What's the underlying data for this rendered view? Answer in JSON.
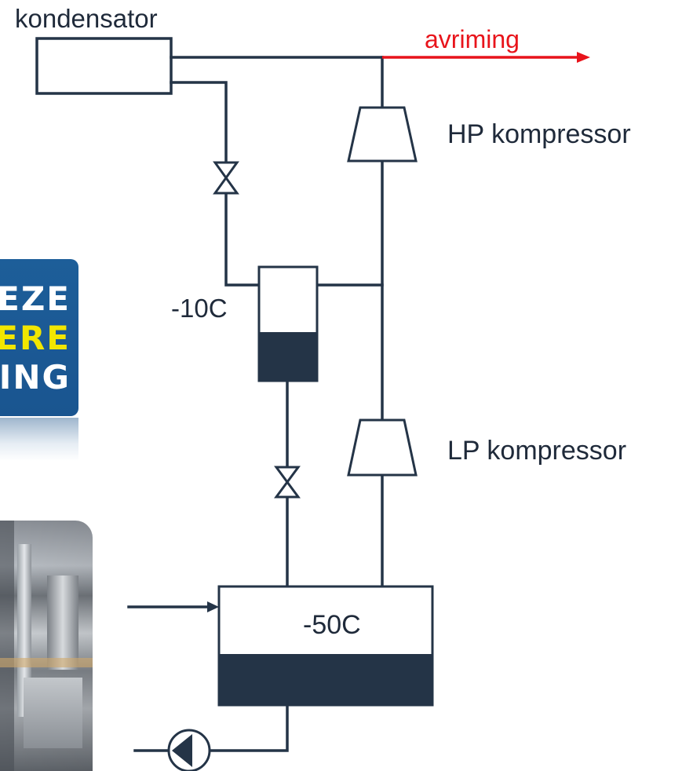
{
  "labels": {
    "condenser": "kondensator",
    "defrost": "avriming",
    "hp_compressor": "HP kompressor",
    "lp_compressor": "LP kompressor",
    "mid_temp": "-10C",
    "low_temp": "-50C"
  },
  "logo": {
    "lines": [
      "EZE",
      "ERE",
      "ING"
    ],
    "colors": [
      "#ffffff",
      "#f2e600",
      "#ffffff"
    ]
  },
  "colors": {
    "line": "#243447",
    "defrost_arrow": "#e8141b",
    "liquid_fill": "#243447",
    "logo_bg": "#1d5e99"
  }
}
